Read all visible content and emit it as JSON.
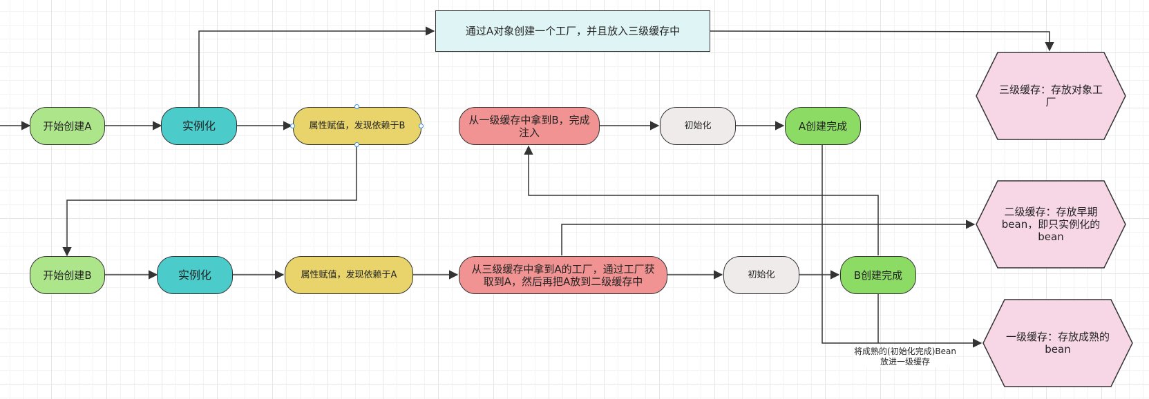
{
  "nodes": {
    "start_a": "开始创建A",
    "inst_a": "实例化",
    "prop_a": "属性赋值，发现依赖于B",
    "get_b": "从一级缓存中拿到B，完成注入",
    "init_a": "初始化",
    "done_a": "A创建完成",
    "factory": "通过A对象创建一个工厂，并且放入三级缓存中",
    "start_b": "开始创建B",
    "inst_b": "实例化",
    "prop_b": "属性赋值，发现依赖于A",
    "get_a": "从三级缓存中拿到A的工厂，通过工厂获取到A，然后再把A放到二级缓存中",
    "init_b": "初始化",
    "done_b": "B创建完成",
    "cache3": "三级缓存：存放对象工厂",
    "cache2": "二级缓存：存放早期bean，即只实例化的bean",
    "cache1": "一级缓存：存放成熟的bean"
  },
  "edge_label": "将成熟的(初始化完成)Bean放进一级缓存",
  "colors": {
    "start": "#ade58b",
    "instantiate": "#4ccbcb",
    "property": "#e8d46a",
    "cache_fetch": "#f19393",
    "init": "#efebea",
    "done": "#8cdb65",
    "factory": "#dff5f5",
    "cache_hex": "#f7d7e6"
  }
}
